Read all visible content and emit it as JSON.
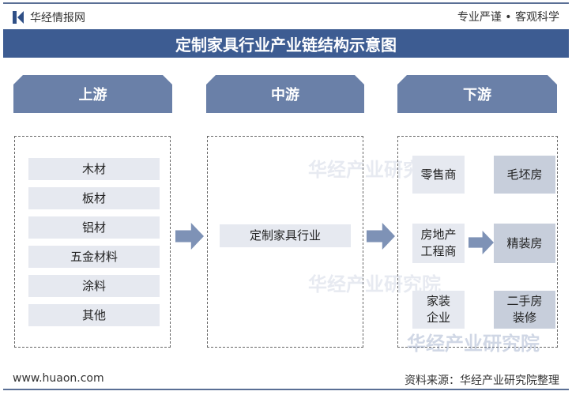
{
  "header": {
    "brand": "华经情报网",
    "slogan": "专业严谨 • 客观科学"
  },
  "title": "定制家具行业产业链结构示意图",
  "columns": [
    {
      "label": "上游",
      "items": [
        "木材",
        "板材",
        "铝材",
        "五金材料",
        "涂料",
        "其他"
      ]
    },
    {
      "label": "中游",
      "items": [
        "定制家具行业"
      ]
    },
    {
      "label": "下游",
      "sellers": [
        "零售商",
        "房地产\n工程商",
        "家装\n企业"
      ],
      "housing": [
        "毛坯房",
        "精装房",
        "二手房\n装修"
      ]
    }
  ],
  "watermark": "华经产业研究院",
  "footer": {
    "url": "www.huaon.com",
    "source": "资料来源：华经产业研究院整理"
  }
}
